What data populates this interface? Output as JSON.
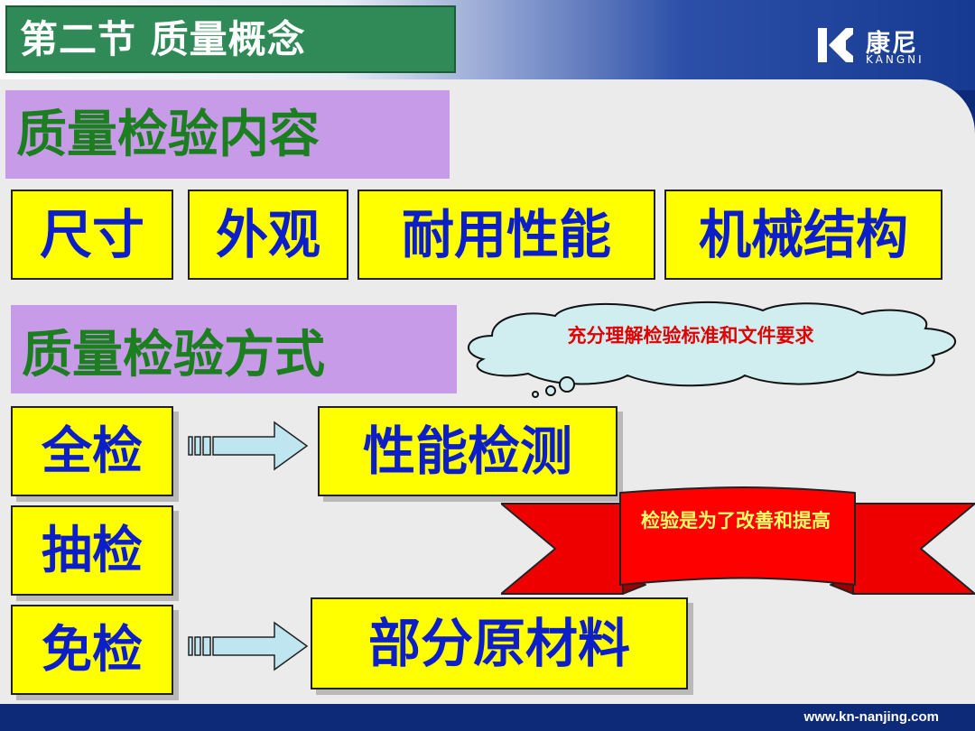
{
  "header": {
    "title": "第二节 质量概念",
    "logo_cn": "康尼",
    "logo_en": "KANGNI"
  },
  "section1": {
    "heading": "质量检验内容",
    "items": [
      "尺寸",
      "外观",
      "耐用性能",
      "机械结构"
    ]
  },
  "section2": {
    "heading": "质量检验方式",
    "methods": [
      "全检",
      "抽检",
      "免检"
    ],
    "results": [
      "性能检测",
      "部分原材料"
    ]
  },
  "callouts": {
    "cloud": "充分理解检验标准和文件要求",
    "ribbon": "检验是为了改善和提高"
  },
  "footer": {
    "url": "www.kn-nanjing.com"
  },
  "colors": {
    "title_bg": "#2f8a57",
    "heading_bg": "#c79be8",
    "heading_text": "#1c7f1f",
    "box_bg": "#ffff00",
    "box_text": "#0b1ec8",
    "ribbon": "#ff0000",
    "cloud_text": "#e00000"
  }
}
